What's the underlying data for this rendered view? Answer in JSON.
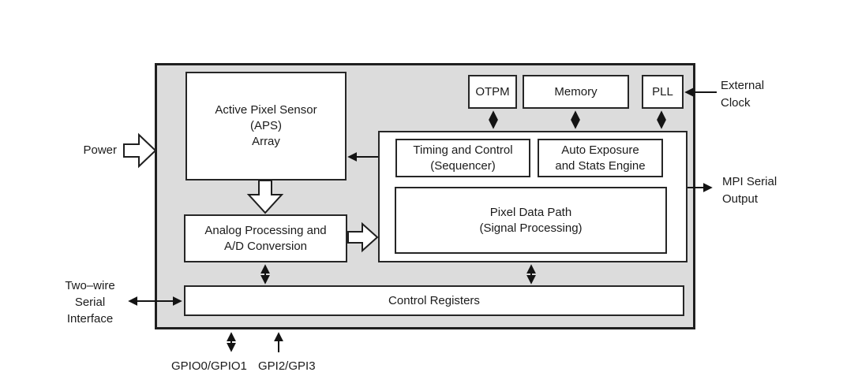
{
  "blocks": {
    "aps": "Active Pixel Sensor\n(APS)\nArray",
    "otpm": "OTPM",
    "memory": "Memory",
    "pll": "PLL",
    "timing_control": "Timing and Control\n(Sequencer)",
    "auto_exposure": "Auto Exposure\nand Stats Engine",
    "pixel_data_path": "Pixel Data Path\n(Signal Processing)",
    "analog_processing": "Analog Processing and\nA/D Conversion",
    "control_registers": "Control Registers"
  },
  "io_labels": {
    "power": "Power",
    "external_clock": "External\nClock",
    "mpi_serial_output": "MPI Serial\nOutput",
    "two_wire_serial_interface": "Two–wire\nSerial\nInterface",
    "gpio0_gpio1": "GPIO0/GPIO1",
    "gpi2_gpi3": "GPI2/GPI3"
  },
  "colors": {
    "chip_fill": "#dcdcdc",
    "block_fill": "#ffffff",
    "line": "#1a1a1a",
    "background": "#ffffff"
  }
}
